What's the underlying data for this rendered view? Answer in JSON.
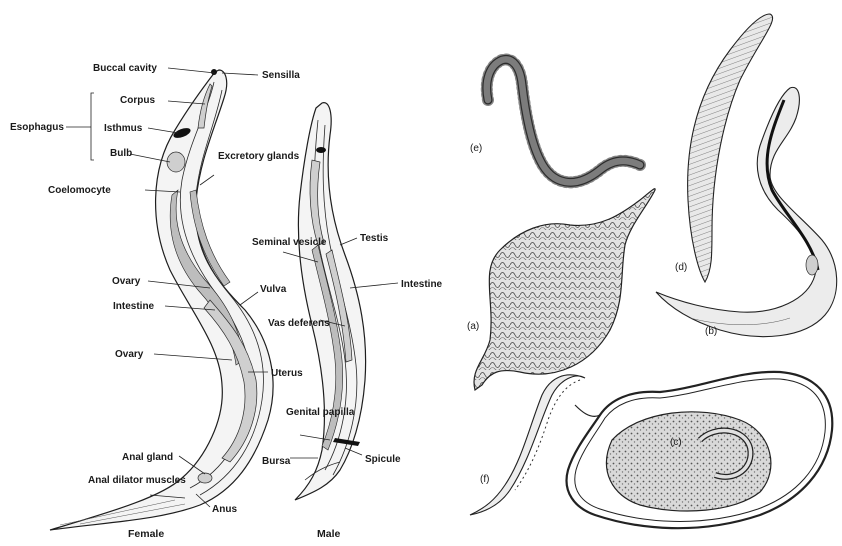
{
  "anatomy": {
    "labels": {
      "buccal_cavity": "Buccal cavity",
      "sensilla": "Sensilla",
      "esophagus": "Esophagus",
      "corpus": "Corpus",
      "isthmus": "Isthmus",
      "bulb": "Bulb",
      "excretory_glands": "Excretory glands",
      "coelomocyte": "Coelomocyte",
      "ovary_upper": "Ovary",
      "intestine_female": "Intestine",
      "vulva": "Vulva",
      "ovary_lower": "Ovary",
      "uterus": "Uterus",
      "anal_gland": "Anal gland",
      "anal_dilator_muscles": "Anal dilator muscles",
      "anus": "Anus",
      "seminal_vesicle": "Seminal vesicle",
      "testis": "Testis",
      "intestine_male": "Intestine",
      "vas_deferens": "Vas deferens",
      "genital_papilla": "Genital papilla",
      "spicule": "Spicule",
      "bursa": "Bursa"
    },
    "captions": {
      "female": "Female",
      "male": "Male"
    }
  },
  "specimens": {
    "labels": [
      "(e)",
      "(d)",
      "(a)",
      "(b)",
      "(f)",
      "(c)"
    ]
  }
}
